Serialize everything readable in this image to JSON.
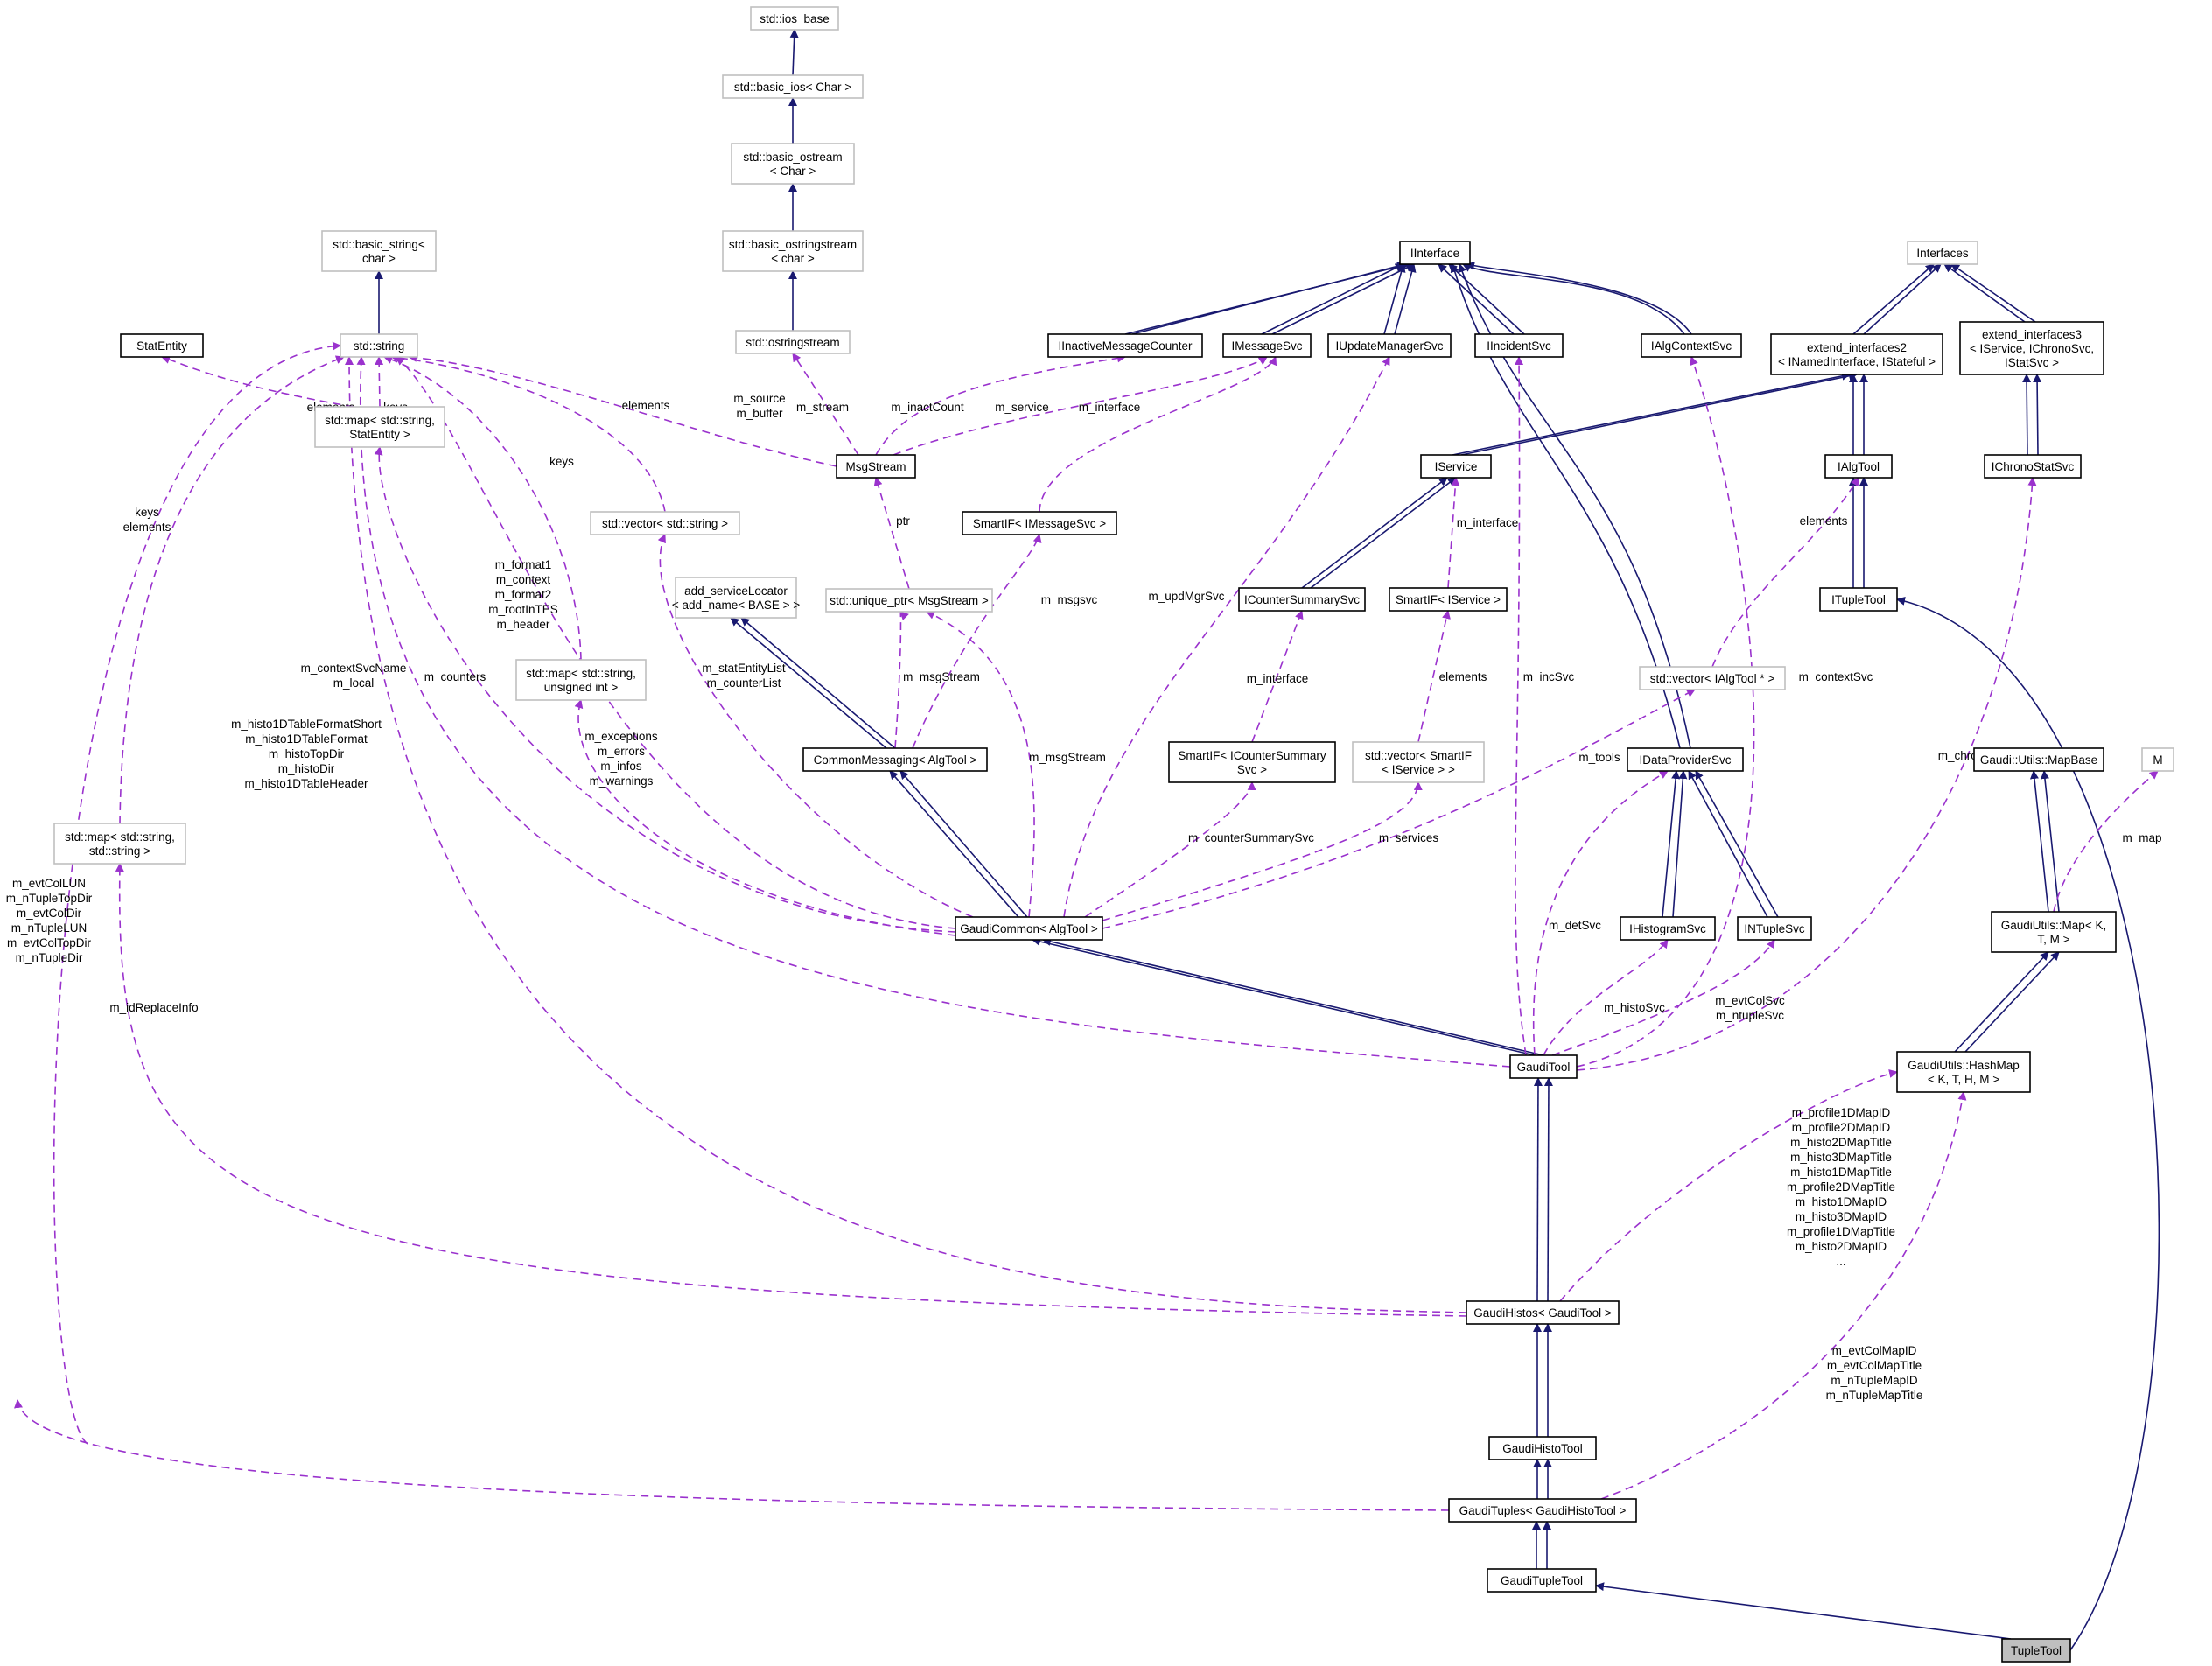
{
  "nodes": [
    {
      "id": "ios_base",
      "lines": [
        "std::ios_base"
      ],
      "kind": "ext"
    },
    {
      "id": "basic_ios",
      "lines": [
        "std::basic_ios< Char >"
      ],
      "kind": "ext"
    },
    {
      "id": "basic_ostream",
      "lines": [
        "std::basic_ostream",
        "< Char >"
      ],
      "kind": "ext"
    },
    {
      "id": "basic_ostringstream",
      "lines": [
        "std::basic_ostringstream",
        "< char >"
      ],
      "kind": "ext"
    },
    {
      "id": "ostringstream",
      "lines": [
        "std::ostringstream"
      ],
      "kind": "ext"
    },
    {
      "id": "basic_string",
      "lines": [
        "std::basic_string<",
        "char >"
      ],
      "kind": "ext"
    },
    {
      "id": "std_string",
      "lines": [
        "std::string"
      ],
      "kind": "ext"
    },
    {
      "id": "StatEntity",
      "lines": [
        "StatEntity"
      ],
      "kind": "doc"
    },
    {
      "id": "map_string_statentity",
      "lines": [
        "std::map< std::string,",
        "StatEntity >"
      ],
      "kind": "ext"
    },
    {
      "id": "vector_string",
      "lines": [
        "std::vector< std::string >"
      ],
      "kind": "ext"
    },
    {
      "id": "map_string_uint",
      "lines": [
        "std::map< std::string,",
        "unsigned int >"
      ],
      "kind": "ext"
    },
    {
      "id": "map_string_string",
      "lines": [
        "std::map< std::string,",
        "std::string >"
      ],
      "kind": "ext"
    },
    {
      "id": "IInterface",
      "lines": [
        "IInterface"
      ],
      "kind": "doc"
    },
    {
      "id": "IInactiveMessageCounter",
      "lines": [
        "IInactiveMessageCounter"
      ],
      "kind": "doc"
    },
    {
      "id": "IMessageSvc",
      "lines": [
        "IMessageSvc"
      ],
      "kind": "doc"
    },
    {
      "id": "IUpdateManagerSvc",
      "lines": [
        "IUpdateManagerSvc"
      ],
      "kind": "doc"
    },
    {
      "id": "IIncidentSvc",
      "lines": [
        "IIncidentSvc"
      ],
      "kind": "doc"
    },
    {
      "id": "IAlgContextSvc",
      "lines": [
        "IAlgContextSvc"
      ],
      "kind": "doc"
    },
    {
      "id": "Interfaces",
      "lines": [
        "Interfaces"
      ],
      "kind": "ext"
    },
    {
      "id": "extend_interfaces2",
      "lines": [
        "extend_interfaces2",
        "< INamedInterface, IStateful >"
      ],
      "kind": "doc"
    },
    {
      "id": "extend_interfaces3",
      "lines": [
        "extend_interfaces3",
        "< IService, IChronoSvc,",
        "IStatSvc >"
      ],
      "kind": "doc"
    },
    {
      "id": "MsgStream",
      "lines": [
        "MsgStream"
      ],
      "kind": "doc"
    },
    {
      "id": "IService",
      "lines": [
        "IService"
      ],
      "kind": "doc"
    },
    {
      "id": "IAlgTool",
      "lines": [
        "IAlgTool"
      ],
      "kind": "doc"
    },
    {
      "id": "IChronoStatSvc",
      "lines": [
        "IChronoStatSvc"
      ],
      "kind": "doc"
    },
    {
      "id": "SmartIF_IMessageSvc",
      "lines": [
        "SmartIF< IMessageSvc >"
      ],
      "kind": "doc"
    },
    {
      "id": "add_serviceLocator",
      "lines": [
        "add_serviceLocator",
        "< add_name< BASE > >"
      ],
      "kind": "ext"
    },
    {
      "id": "unique_ptr_MsgStream",
      "lines": [
        "std::unique_ptr< MsgStream >"
      ],
      "kind": "ext"
    },
    {
      "id": "ICounterSummarySvc",
      "lines": [
        "ICounterSummarySvc"
      ],
      "kind": "doc"
    },
    {
      "id": "SmartIF_IService",
      "lines": [
        "SmartIF< IService >"
      ],
      "kind": "doc"
    },
    {
      "id": "ITupleTool",
      "lines": [
        "ITupleTool"
      ],
      "kind": "doc"
    },
    {
      "id": "vector_IAlgTool",
      "lines": [
        "std::vector< IAlgTool * >"
      ],
      "kind": "ext"
    },
    {
      "id": "CommonMessaging",
      "lines": [
        "CommonMessaging< AlgTool >"
      ],
      "kind": "doc"
    },
    {
      "id": "SmartIF_ICounterSummarySvc",
      "lines": [
        "SmartIF< ICounterSummary",
        "Svc >"
      ],
      "kind": "doc"
    },
    {
      "id": "vector_SmartIF_IService",
      "lines": [
        "std::vector< SmartIF",
        "< IService > >"
      ],
      "kind": "ext"
    },
    {
      "id": "IDataProviderSvc",
      "lines": [
        "IDataProviderSvc"
      ],
      "kind": "doc"
    },
    {
      "id": "MapBase",
      "lines": [
        "Gaudi::Utils::MapBase"
      ],
      "kind": "doc"
    },
    {
      "id": "M",
      "lines": [
        "M"
      ],
      "kind": "ext"
    },
    {
      "id": "GaudiUtils_Map",
      "lines": [
        "GaudiUtils::Map< K,",
        "T, M >"
      ],
      "kind": "doc"
    },
    {
      "id": "GaudiCommon",
      "lines": [
        "GaudiCommon< AlgTool >"
      ],
      "kind": "doc"
    },
    {
      "id": "IHistogramSvc",
      "lines": [
        "IHistogramSvc"
      ],
      "kind": "doc"
    },
    {
      "id": "INTupleSvc",
      "lines": [
        "INTupleSvc"
      ],
      "kind": "doc"
    },
    {
      "id": "GaudiTool",
      "lines": [
        "GaudiTool"
      ],
      "kind": "doc"
    },
    {
      "id": "HashMap",
      "lines": [
        "GaudiUtils::HashMap",
        "< K, T, H, M >"
      ],
      "kind": "doc"
    },
    {
      "id": "GaudiHistos",
      "lines": [
        "GaudiHistos< GaudiTool >"
      ],
      "kind": "doc"
    },
    {
      "id": "GaudiHistoTool",
      "lines": [
        "GaudiHistoTool"
      ],
      "kind": "doc"
    },
    {
      "id": "GaudiTuples",
      "lines": [
        "GaudiTuples< GaudiHistoTool >"
      ],
      "kind": "doc"
    },
    {
      "id": "GaudiTupleTool",
      "lines": [
        "GaudiTupleTool"
      ],
      "kind": "doc"
    },
    {
      "id": "TupleTool",
      "lines": [
        "TupleTool"
      ],
      "kind": "focus"
    }
  ],
  "labels": {
    "elements_statentity": [
      "elements"
    ],
    "keys_statentity": [
      "keys"
    ],
    "keys_uint": [
      "keys"
    ],
    "elements_vector_string": [
      "elements"
    ],
    "source_buffer": [
      "m_source",
      "m_buffer"
    ],
    "stream": [
      "m_stream"
    ],
    "inact_count": [
      "m_inactCount"
    ],
    "service": [
      "m_service"
    ],
    "interface_msg": [
      "m_interface"
    ],
    "ptr": [
      "ptr"
    ],
    "msgsvc": [
      "m_msgsvc"
    ],
    "interface_isvc": [
      "m_interface"
    ],
    "elements_ialgtool": [
      "elements"
    ],
    "keys_elements_map": [
      "keys",
      "elements"
    ],
    "format_group": [
      "m_format1",
      "m_context",
      "m_format2",
      "m_rootInTES",
      "m_header"
    ],
    "context_svc_name": [
      "m_contextSvcName",
      "m_local"
    ],
    "counters": [
      "m_counters"
    ],
    "histo_table": [
      "m_histo1DTableFormatShort",
      "m_histo1DTableFormat",
      "m_histoTopDir",
      "m_histoDir",
      "m_histo1DTableHeader"
    ],
    "upd_mgr_svc": [
      "m_updMgrSvc"
    ],
    "stat_entity_list": [
      "m_statEntityList",
      "m_counterList"
    ],
    "msg_stream_a": [
      "m_msgStream"
    ],
    "msg_stream_b": [
      "m_msgStream"
    ],
    "interface_csvc": [
      "m_interface"
    ],
    "elements_service": [
      "elements"
    ],
    "inc_svc": [
      "m_incSvc"
    ],
    "context_svc": [
      "m_contextSvc"
    ],
    "chrono_svc": [
      "m_chronoSvc"
    ],
    "exceptions": [
      "m_exceptions",
      "m_errors",
      "m_infos",
      "m_warnings"
    ],
    "counter_summary_svc": [
      "m_counterSummarySvc"
    ],
    "services": [
      "m_services"
    ],
    "tools": [
      "m_tools"
    ],
    "det_svc": [
      "m_detSvc"
    ],
    "map_lbl": [
      "m_map"
    ],
    "histo_svc": [
      "m_histoSvc"
    ],
    "evt_col_svc": [
      "m_evtColSvc",
      "m_ntupleSvc"
    ],
    "id_replace_info": [
      "m_idReplaceInfo"
    ],
    "evt_col_lun": [
      "m_evtColLUN",
      "m_nTupleTopDir",
      "m_evtColDir",
      "m_nTupleLUN",
      "m_evtColTopDir",
      "m_nTupleDir"
    ],
    "profile_maps": [
      "m_profile1DMapID",
      "m_profile2DMapID",
      "m_histo2DMapTitle",
      "m_histo3DMapTitle",
      "m_histo1DMapTitle",
      "m_profile2DMapTitle",
      "m_histo1DMapID",
      "m_histo3DMapID",
      "m_profile1DMapTitle",
      "m_histo2DMapID",
      "..."
    ],
    "evt_col_map": [
      "m_evtColMapID",
      "m_evtColMapTitle",
      "m_nTupleMapID",
      "m_nTupleMapTitle"
    ]
  }
}
